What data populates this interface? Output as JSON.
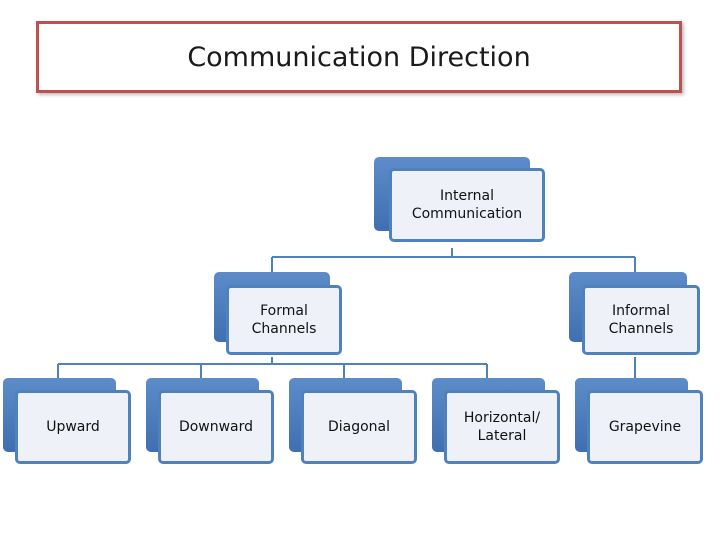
{
  "title": "Communication Direction",
  "colors": {
    "title_border": "#c0504d",
    "node_border": "#4f81bd",
    "node_back": "#4a79bb",
    "node_fill": "#eef2f8",
    "connector": "#4f81bd"
  },
  "nodes": {
    "internal": "Internal\nCommunication",
    "formal": "Formal\nChannels",
    "informal": "Informal\nChannels",
    "upward": "Upward",
    "downward": "Downward",
    "diagonal": "Diagonal",
    "horizontal": "Horizontal/\nLateral",
    "grapevine": "Grapevine"
  }
}
